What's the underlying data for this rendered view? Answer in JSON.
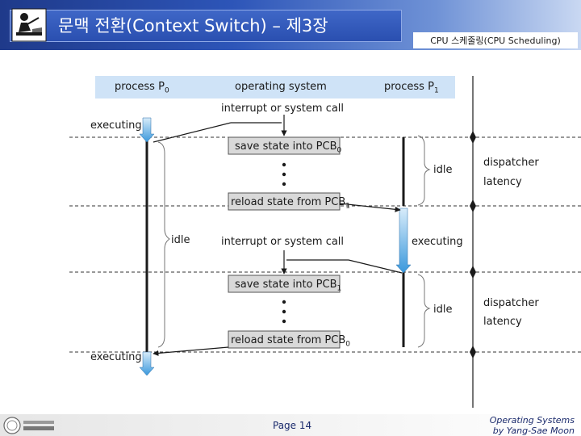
{
  "slide": {
    "title": "문맥 전환(Context Switch) – 제3장",
    "subtitle": "CPU 스케줄링(CPU Scheduling)",
    "page": "Page 14",
    "course_line1": "Operating Systems",
    "course_line2": "by Yang-Sae Moon"
  },
  "diagram": {
    "header_p0": "process P",
    "header_p0_sub": "0",
    "header_os": "operating system",
    "header_p1": "process P",
    "header_p1_sub": "1",
    "interrupt_1": "interrupt or system call",
    "interrupt_2": "interrupt or system call",
    "executing_1": "executing",
    "executing_2": "executing",
    "executing_p1": "executing",
    "save_state_1": "save state into PCB",
    "save_state_1_sub": "0",
    "reload_state_1": "reload state from PCB",
    "reload_state_1_sub": "1",
    "save_state_2": "save state into PCB",
    "save_state_2_sub": "1",
    "reload_state_2": "reload state from PCB",
    "reload_state_2_sub": "0",
    "idle_p0": "idle",
    "idle_p1_a": "idle",
    "idle_p1_b": "idle",
    "dispatcher_1": "dispatcher",
    "latency_1": "latency",
    "dispatcher_2": "dispatcher",
    "latency_2": "latency"
  },
  "colors": {
    "topbar": "#2d55b8",
    "header_band": "#cfe3f7",
    "pcb_box": "#d9d9d9",
    "arrow_blue": "#4aa3df"
  },
  "icons": {
    "title": "presenter-at-desk-icon",
    "logo": "university-logo-icon"
  }
}
